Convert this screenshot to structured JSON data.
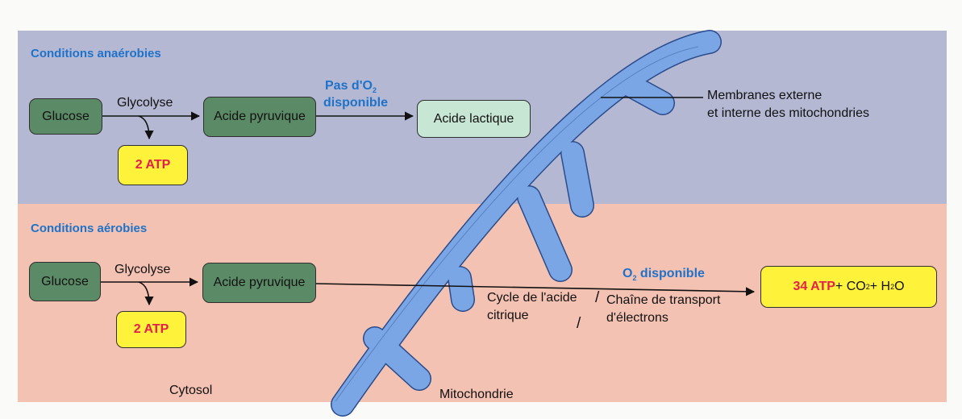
{
  "colors": {
    "anaerobic_band": "#b4b8d2",
    "aerobic_band": "#f4c2b2",
    "membrane": "#7aa6e6",
    "membrane_outline": "#2a4c8c",
    "green_box": "#5b8b66",
    "pale_box": "#c8e6d4",
    "atp_box": "#fff23a",
    "atp_text": "#e3204c",
    "heading": "#1f72c9"
  },
  "anaerobic": {
    "heading": "Conditions anaérobies",
    "glucose": "Glucose",
    "glycolysis": "Glycolyse",
    "atp": "2 ATP",
    "pyruvate": "Acide pyruvique",
    "no_o2_line1_a": "Pas d'O",
    "no_o2_line1_sub": "2",
    "no_o2_line2": "disponible",
    "lactate": "Acide lactique"
  },
  "aerobic": {
    "heading": "Conditions aérobies",
    "glucose": "Glucose",
    "glycolysis": "Glycolyse",
    "atp": "2 ATP",
    "pyruvate": "Acide pyruvique",
    "o2_a": "O",
    "o2_sub": "2",
    "o2_b": " disponible",
    "krebs_line1": "Cycle de l'acide",
    "krebs_line2": "citrique",
    "slash": "/",
    "etc_line1": "Chaîne de transport",
    "etc_line2": "d'électrons",
    "result_atp": "34 ATP",
    "result_plus1": " + CO",
    "result_co2_sub": "2",
    "result_plus2": " + H",
    "result_h2o_sub": "2",
    "result_o": "O"
  },
  "labels": {
    "membranes_line1": "Membranes externe",
    "membranes_line2": "et interne des mitochondries",
    "cytosol": "Cytosol",
    "mitochondrie": "Mitochondrie"
  }
}
